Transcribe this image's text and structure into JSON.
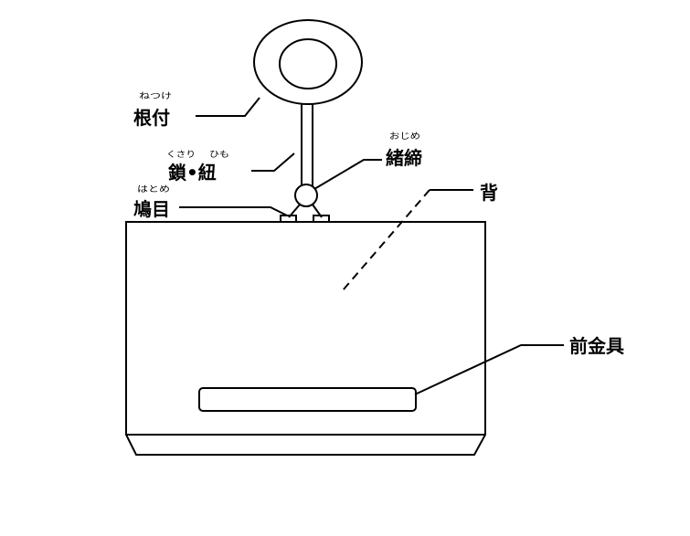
{
  "labels": {
    "netsuke": {
      "text": "根付",
      "ruby": "ねつけ"
    },
    "kusari_himo": {
      "text": "鎖•紐",
      "ruby_a": "くさり",
      "ruby_b": "ひも"
    },
    "ojime": {
      "text": "緒締",
      "ruby": "おじめ"
    },
    "hatome": {
      "text": "鳩目",
      "ruby": "はとめ"
    },
    "se": {
      "text": "背"
    },
    "maekanagu": {
      "text": "前金具"
    }
  }
}
